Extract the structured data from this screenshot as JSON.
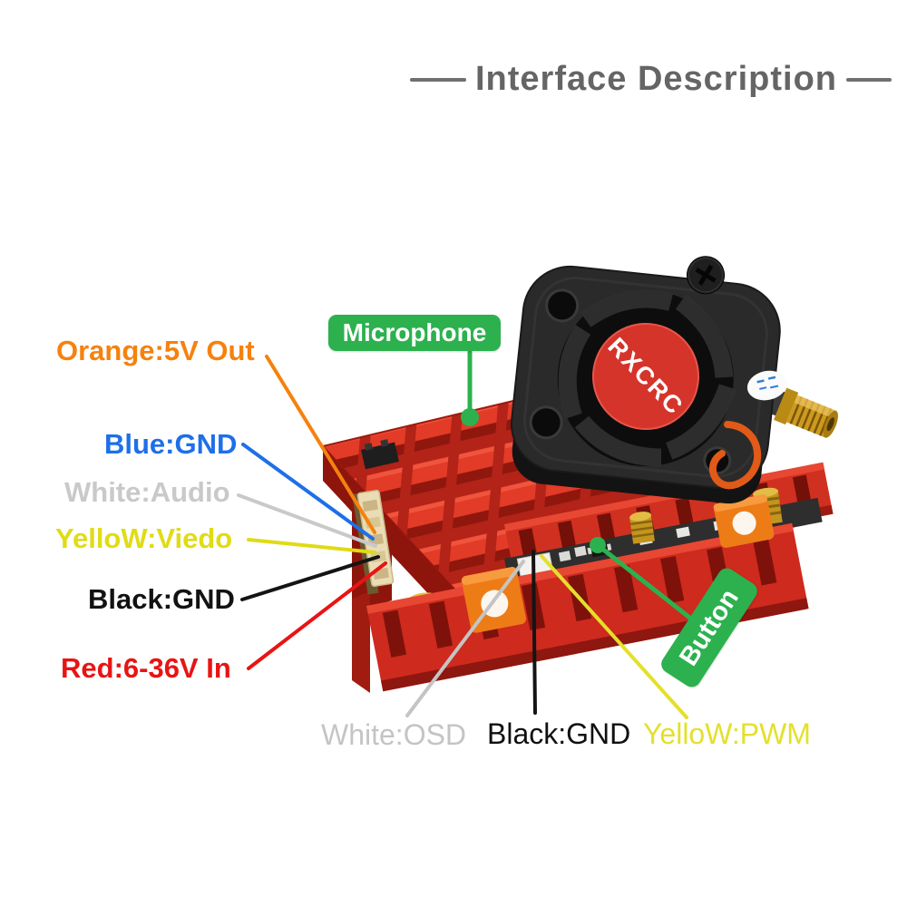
{
  "title": "Interface Description",
  "product": {
    "brand": "RXCRC",
    "description": "FPV video transmitter module with red pin-fin heatsink, top cooling fan and gold SMA antenna connector"
  },
  "callout_tags": {
    "microphone": "Microphone",
    "button": "Button",
    "tag_color": "#2CB14E"
  },
  "wire_labels_left": [
    {
      "text": "Orange:5V Out",
      "color": "#F5820E"
    },
    {
      "text": "Blue:GND",
      "color": "#1E6FE8"
    },
    {
      "text": "White:Audio",
      "color": "#C9C9C9"
    },
    {
      "text": "YelloW:Viedo",
      "color": "#E0DC15"
    },
    {
      "text": "Black:GND",
      "color": "#121212"
    },
    {
      "text": "Red:6-36V In",
      "color": "#E81414"
    }
  ],
  "pad_labels_bottom": [
    {
      "text": "White:OSD",
      "color": "#C4C4C4"
    },
    {
      "text": "Black:GND",
      "color": "#101010"
    },
    {
      "text": "YelloW:PWM",
      "color": "#E4E02A"
    }
  ]
}
